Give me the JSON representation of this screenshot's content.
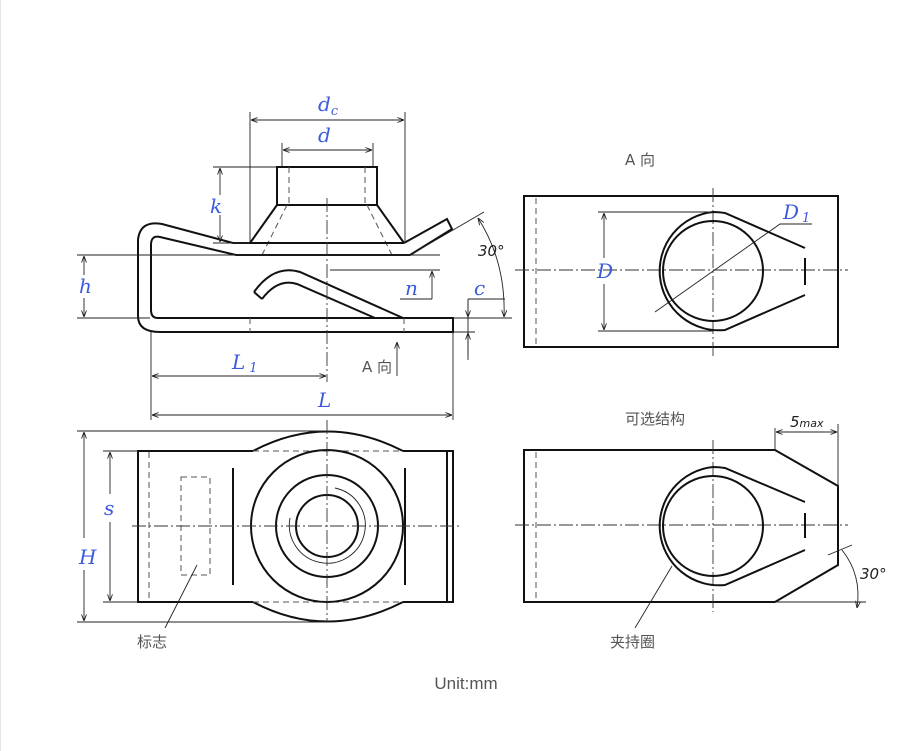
{
  "labels": {
    "dc": "d",
    "dc_sub": "c",
    "d": "d",
    "k": "k",
    "h": "h",
    "n": "n",
    "c": "c",
    "angle_side": "30°",
    "L1": "L",
    "L1_sub": "1",
    "L": "L",
    "view_a_arrow": "A 向",
    "view_a_title": "A 向",
    "D": "D",
    "D1": "D",
    "D1_sub": "1",
    "optional_structure": "可选结构",
    "five_max": "5",
    "five_max_sub": "max",
    "angle_optional": "30°",
    "clamp_ring": "夹持圈",
    "s": "s",
    "H": "H",
    "marking": "标志"
  },
  "footer": {
    "unit": "Unit:mm"
  },
  "colors": {
    "dimension_label": "#3b5bdb",
    "line": "#111111"
  }
}
